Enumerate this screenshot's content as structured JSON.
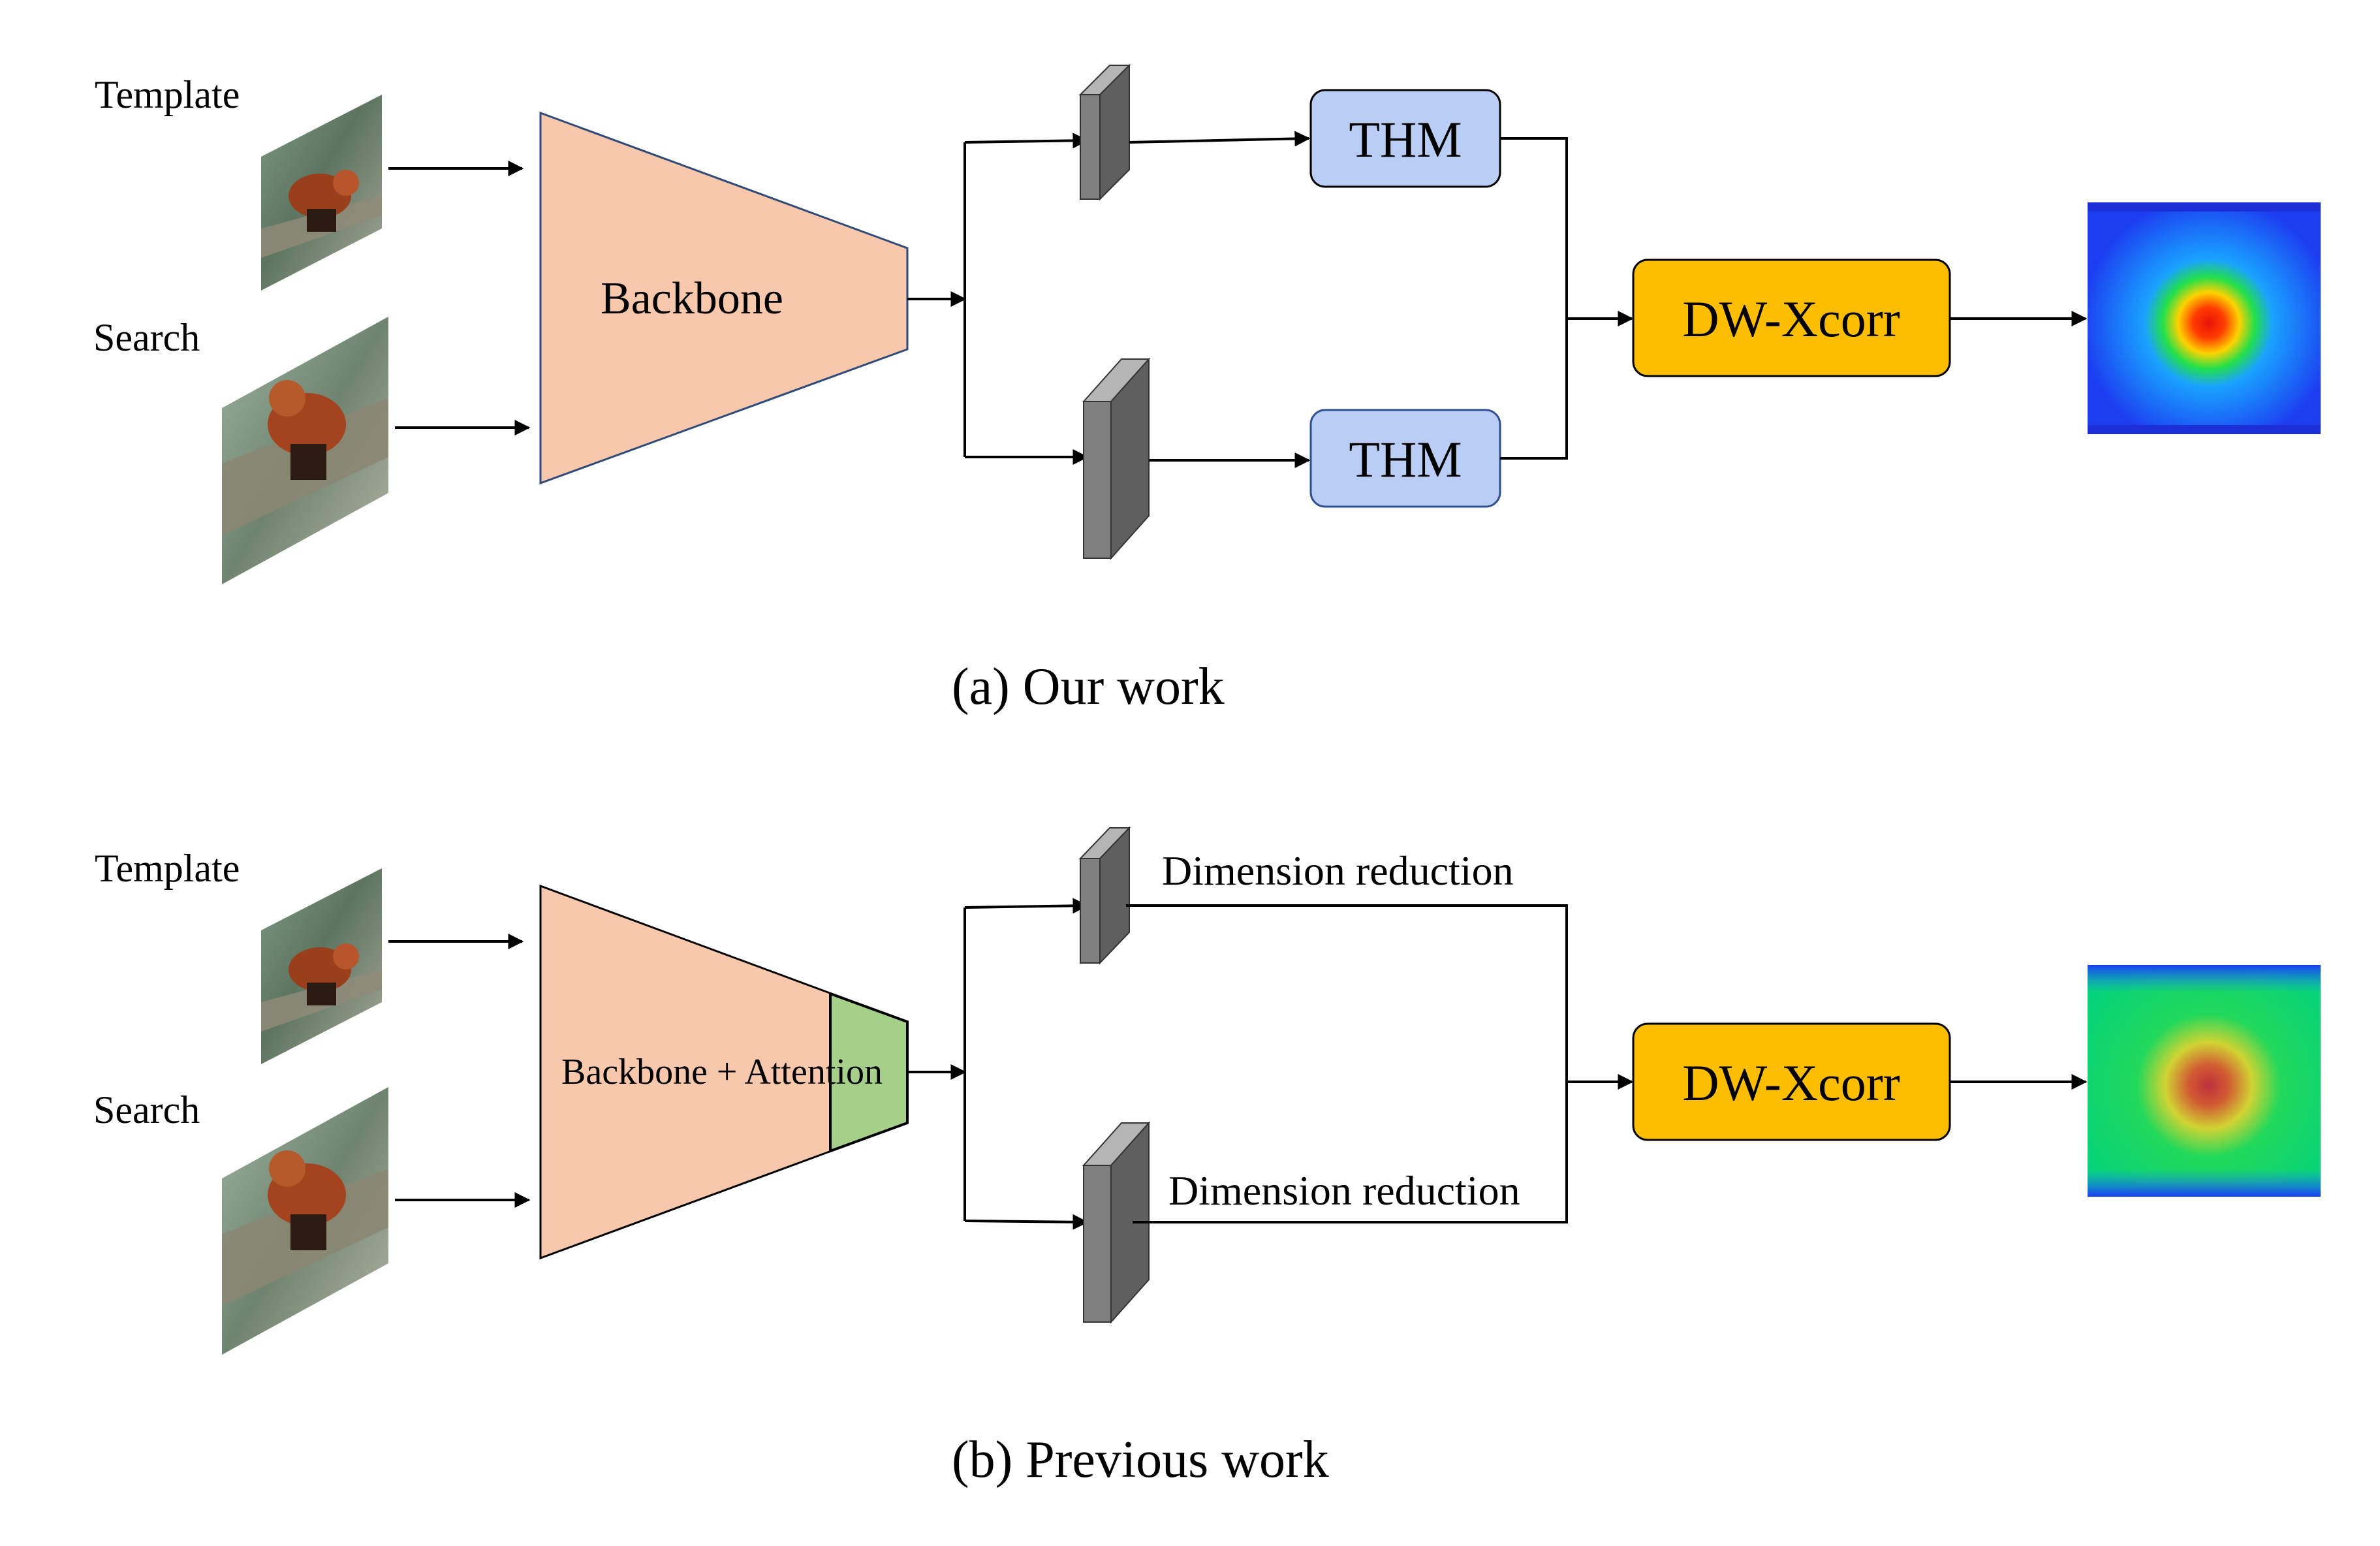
{
  "panel_a": {
    "template_label": "Template",
    "search_label": "Search",
    "backbone_label": "Backbone",
    "thm_top_label": "THM",
    "thm_bottom_label": "THM",
    "xcorr_label": "DW-Xcorr",
    "caption": "(a) Our work"
  },
  "panel_b": {
    "template_label": "Template",
    "search_label": "Search",
    "backbone_label": "Backbone + Attention",
    "dimred_top_label": "Dimension reduction",
    "dimred_bottom_label": "Dimension reduction",
    "xcorr_label": "DW-Xcorr",
    "caption": "(b) Previous work"
  },
  "colors": {
    "backbone_fill": "#f7c8ac",
    "attention_fill": "#a6d08a",
    "thm_fill": "#b9cdf5",
    "thm_stroke": "#2f4f8f",
    "xcorr_fill": "#fdbd00",
    "feature_block": "#808080"
  }
}
